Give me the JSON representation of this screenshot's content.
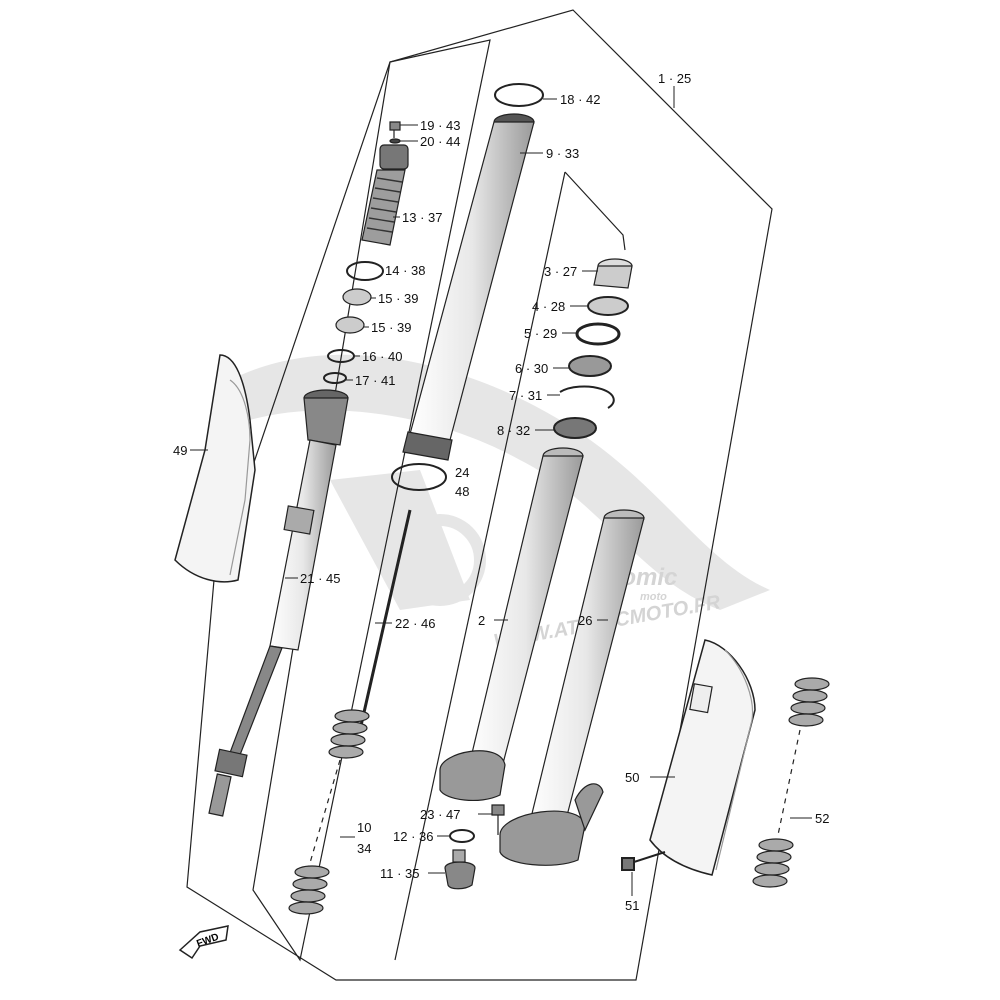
{
  "watermark": {
    "logo_text": "atomic",
    "logo_sub": "moto",
    "url": "WWW.ATOMICMOTO.FR",
    "color": "#dddddd"
  },
  "fwd_label": "FWD",
  "callouts": [
    {
      "id": "c-1-25",
      "text": "1 · 25"
    },
    {
      "id": "c-18-42",
      "text": "18 · 42"
    },
    {
      "id": "c-19-43",
      "text": "19 · 43"
    },
    {
      "id": "c-20-44",
      "text": "20 · 44"
    },
    {
      "id": "c-9-33",
      "text": "9 · 33"
    },
    {
      "id": "c-13-37",
      "text": "13 · 37"
    },
    {
      "id": "c-14-38",
      "text": "14 · 38"
    },
    {
      "id": "c-15-39a",
      "text": "15 · 39"
    },
    {
      "id": "c-15-39b",
      "text": "15 · 39"
    },
    {
      "id": "c-16-40",
      "text": "16 · 40"
    },
    {
      "id": "c-17-41",
      "text": "17 · 41"
    },
    {
      "id": "c-3-27",
      "text": "3 · 27"
    },
    {
      "id": "c-4-28",
      "text": "4 · 28"
    },
    {
      "id": "c-5-29",
      "text": "5 · 29"
    },
    {
      "id": "c-6-30",
      "text": "6 · 30"
    },
    {
      "id": "c-7-31",
      "text": "7 · 31"
    },
    {
      "id": "c-8-32",
      "text": "8 · 32"
    },
    {
      "id": "c-24",
      "text": "24"
    },
    {
      "id": "c-48",
      "text": "48"
    },
    {
      "id": "c-49",
      "text": "49"
    },
    {
      "id": "c-21-45",
      "text": "21 · 45"
    },
    {
      "id": "c-2",
      "text": "2"
    },
    {
      "id": "c-26",
      "text": "26"
    },
    {
      "id": "c-22-46",
      "text": "22 · 46"
    },
    {
      "id": "c-50",
      "text": "50"
    },
    {
      "id": "c-52",
      "text": "52"
    },
    {
      "id": "c-23-47",
      "text": "23 · 47"
    },
    {
      "id": "c-12-36",
      "text": "12 · 36"
    },
    {
      "id": "c-10",
      "text": "10"
    },
    {
      "id": "c-34",
      "text": "34"
    },
    {
      "id": "c-11-35",
      "text": "11 · 35"
    },
    {
      "id": "c-51",
      "text": "51"
    }
  ]
}
